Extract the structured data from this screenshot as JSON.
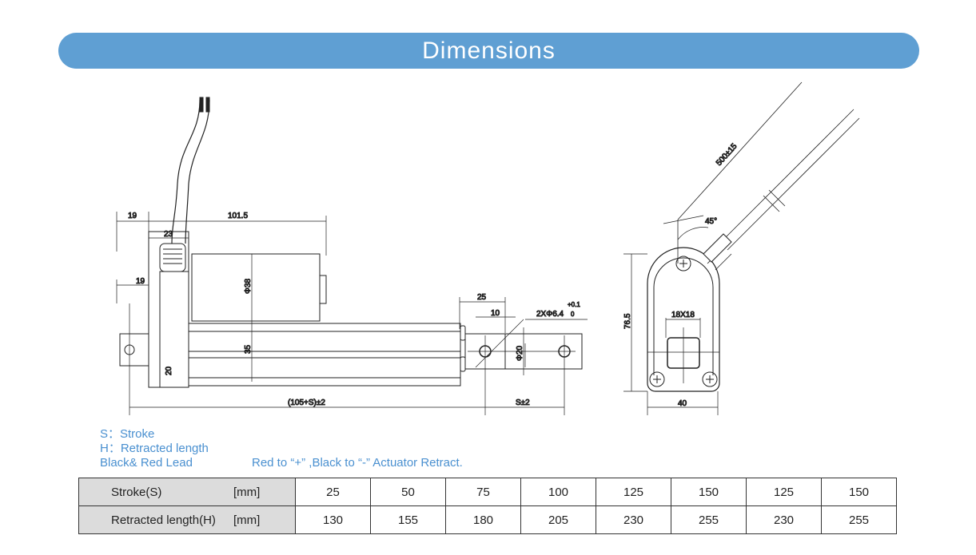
{
  "title": "Dimensions",
  "side_view": {
    "dim_19_top": "19",
    "dim_101_5": "101.5",
    "dim_23": "23",
    "dim_19_mid": "19",
    "dim_phi38": "Φ38",
    "dim_35": "35",
    "dim_20": "20",
    "dim_total": "(105+S)±2",
    "dim_stroke": "S±2",
    "dim_25": "25",
    "dim_10": "10",
    "hole_spec": "2XΦ6.4",
    "tol_upper": "+0.1",
    "tol_lower": "0",
    "dim_phi20": "Φ20"
  },
  "front_view": {
    "cable_length": "500±15",
    "angle": "45°",
    "height": "76.5",
    "width": "40",
    "square": "18X18"
  },
  "notes": {
    "s": "S：Stroke",
    "h": "H：Retracted length",
    "lead": "Black& Red Lead",
    "wiring": "Red to “+” ,Black to “-”  Actuator Retract."
  },
  "table": {
    "rows": [
      {
        "label": "Stroke(S)",
        "unit": "[mm]",
        "values": [
          "25",
          "50",
          "75",
          "100",
          "125",
          "150",
          "125",
          "150"
        ]
      },
      {
        "label": "Retracted length(H)",
        "unit": "[mm]",
        "values": [
          "130",
          "155",
          "180",
          "205",
          "230",
          "255",
          "230",
          "255"
        ]
      }
    ]
  }
}
